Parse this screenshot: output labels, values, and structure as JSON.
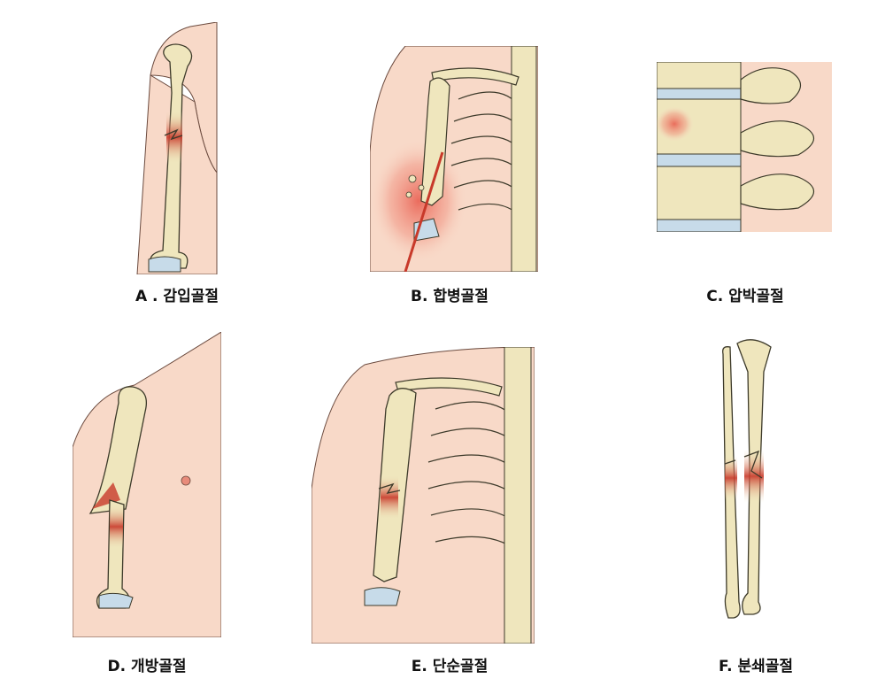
{
  "panels": [
    {
      "id": "A",
      "caption": "A . 감입골절"
    },
    {
      "id": "B",
      "caption": "B. 합병골절"
    },
    {
      "id": "C",
      "caption": "C. 압박골절"
    },
    {
      "id": "D",
      "caption": "D. 개방골절"
    },
    {
      "id": "E",
      "caption": "E. 단순골절"
    },
    {
      "id": "F",
      "caption": "F. 분쇄골절"
    }
  ],
  "colors": {
    "skin": "#f8d9c8",
    "skin_outline": "#6b4a3e",
    "bone": "#efe6bd",
    "bone_outline": "#3d3a2a",
    "cartilage": "#c7dbe9",
    "fracture": "#c8392a",
    "bruise": "#e8584a"
  }
}
